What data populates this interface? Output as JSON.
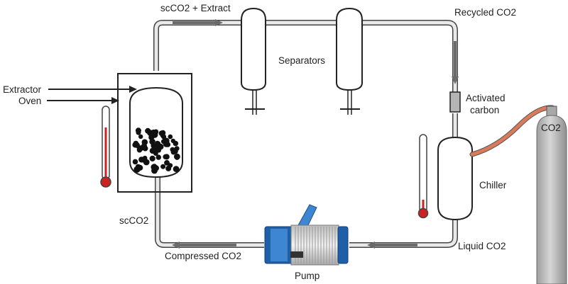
{
  "labels": {
    "extractor": "Extractor",
    "oven": "Oven",
    "sc_co2_extract": "scCO2 + Extract",
    "separators": "Separators",
    "recycled_co2": "Recycled CO2",
    "activated": "Activated",
    "carbon": "carbon",
    "co2_tank": "CO2",
    "chiller": "Chiller",
    "liquid_co2": "Liquid CO2",
    "compressed_co2": "Compressed CO2",
    "pump": "Pump",
    "sc_co2": "scCO2"
  },
  "colors": {
    "pipe": "#e9e9e9",
    "pipe_outline": "#444444",
    "flow_arrow": "#6b6b6b",
    "vessel": "#ffffff",
    "particle": "#111111",
    "thermometer_red": "#cc2222",
    "hose": "#d97a5a",
    "tank": "#bdbdbd",
    "pump_blue": "#1f5fa8",
    "pump_light_blue": "#3e86d1",
    "pump_metal": "#cfcfcf"
  },
  "icons": [
    "thermometer-icon",
    "gas-tank-icon",
    "pump-icon",
    "filter-icon"
  ]
}
